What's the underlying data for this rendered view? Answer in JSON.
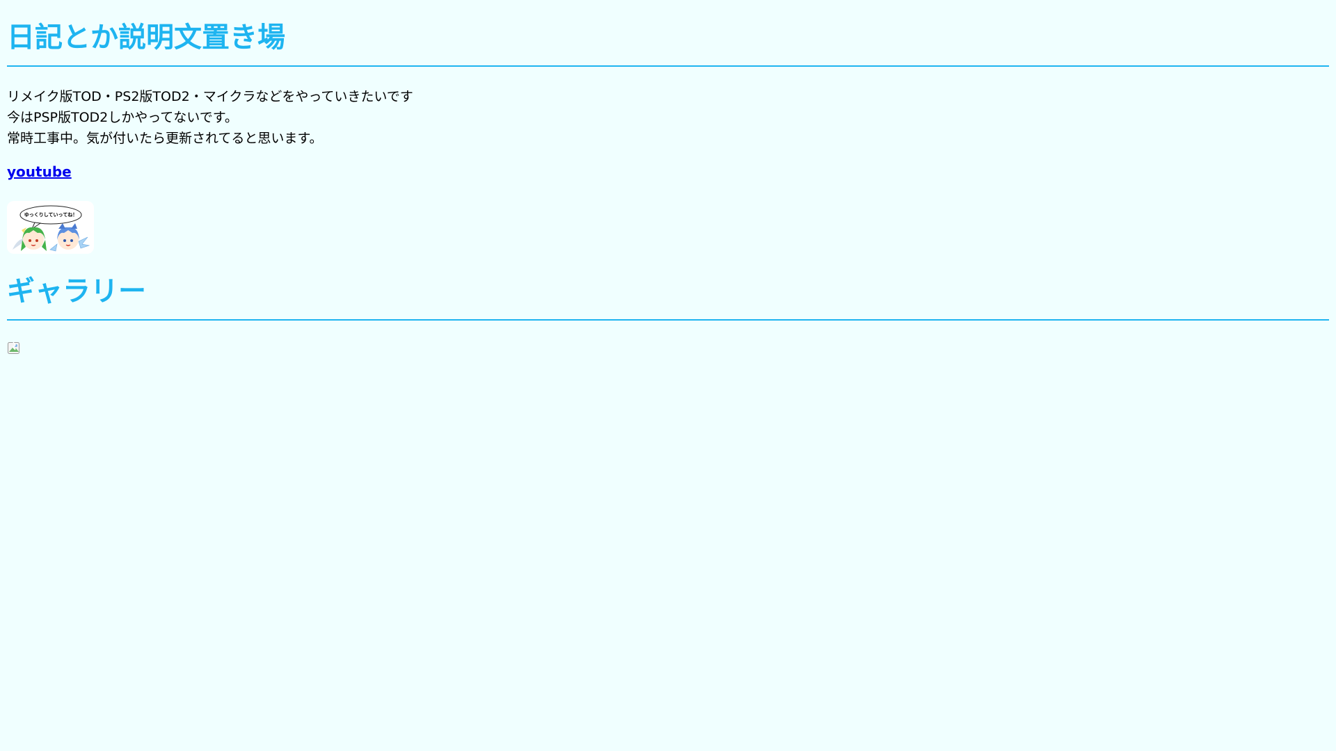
{
  "diary": {
    "title": "日記とか説明文置き場",
    "lines": [
      "リメイク版TOD・PS2版TOD2・マイクラなどをやっていきたいです",
      "今はPSP版TOD2しかやってないです。",
      "常時工事中。気が付いたら更新されてると思います。"
    ],
    "link_label": "youtube",
    "banner_text": "ゆっくりしていってね！"
  },
  "gallery": {
    "title": "ギャラリー"
  },
  "colors": {
    "background": "#f0ffff",
    "heading": "#1eb4f0",
    "link": "#0000ee"
  }
}
